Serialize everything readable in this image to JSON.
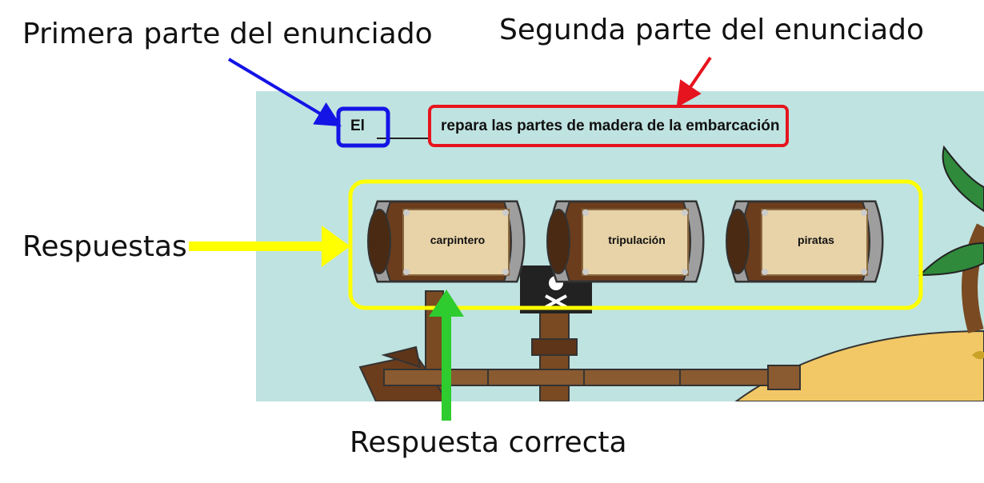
{
  "annotations": {
    "first_part": "Primera parte del enunciado",
    "second_part": "Segunda parte del enunciado",
    "answers": "Respuestas",
    "correct_answer": "Respuesta correcta"
  },
  "question": {
    "first": "El",
    "second": "repara las partes de madera de la embarcación"
  },
  "answers": [
    {
      "label": "carpintero",
      "correct": true
    },
    {
      "label": "tripulación",
      "correct": false
    },
    {
      "label": "piratas",
      "correct": false
    }
  ],
  "colors": {
    "first_part_box": "#1414e6",
    "second_part_box": "#e6141e",
    "answers_box": "#ffff00",
    "correct_arrow": "#2ecc2e",
    "scene_background": "#bfe3e0"
  }
}
